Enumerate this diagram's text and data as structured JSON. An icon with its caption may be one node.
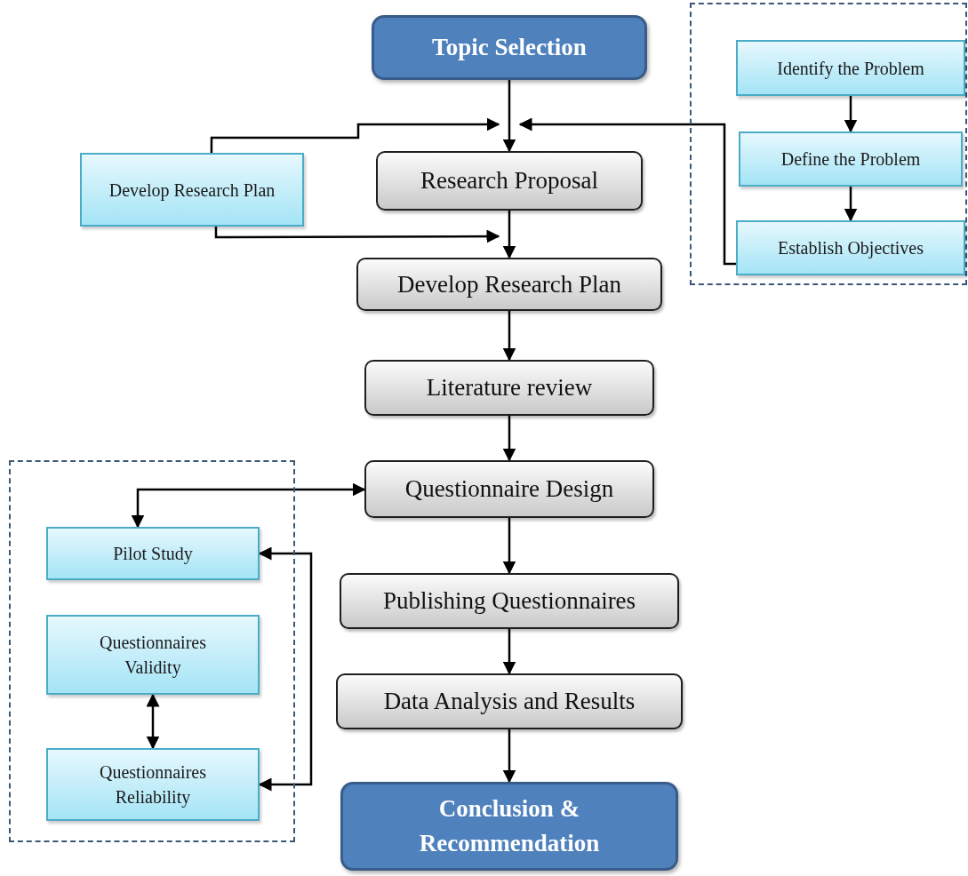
{
  "diagram": {
    "nodes": [
      {
        "text": [
          "Topic Selection"
        ]
      },
      {
        "text": [],
        "shape": "box"
      },
      {
        "text": [
          "Identify the Problem"
        ],
        "in": 1
      },
      {
        "text": [
          "Define the Problem"
        ],
        "in": 1
      },
      {
        "text": [
          "Establish Objectives"
        ],
        "in": 1
      },
      {
        "text": [
          "Develop Research Plan"
        ]
      },
      {
        "text": [
          "Research Proposal"
        ]
      },
      {
        "text": [
          "Develop Research Plan"
        ]
      },
      {
        "text": [
          "Literature review"
        ]
      },
      {
        "text": [],
        "shape": "box"
      },
      {
        "text": [
          "Pilot Study"
        ],
        "in": 9
      },
      {
        "text": [
          "Questionnaires Validity"
        ],
        "in": 9
      },
      {
        "text": [
          "Questionnaires Reliability"
        ],
        "in": 9
      },
      {
        "text": [
          "Questionnaire Design"
        ]
      },
      {
        "text": [
          "Publishing Questionnaires"
        ]
      },
      {
        "text": [
          "Data Analysis and Results"
        ]
      },
      {
        "text": [
          "Conclusion & Recommendation"
        ]
      }
    ],
    "edges": [
      {
        "from": 0,
        "to": 6,
        "arrow": "to"
      },
      {
        "from": 5,
        "to": 6,
        "arrow": "to"
      },
      {
        "from": 4,
        "to": 6,
        "arrow": "to"
      },
      {
        "from": 2,
        "to": 3,
        "arrow": "to"
      },
      {
        "from": 3,
        "to": 4,
        "arrow": "to"
      },
      {
        "from": 6,
        "to": 7,
        "arrow": "to"
      },
      {
        "from": 5,
        "to": 7,
        "arrow": "to"
      },
      {
        "from": 7,
        "to": 8,
        "arrow": "to"
      },
      {
        "from": 8,
        "to": 13,
        "arrow": "to"
      },
      {
        "from": 13,
        "to": 10,
        "arrow": "both"
      },
      {
        "from": 10,
        "to": 12,
        "arrow": "both"
      },
      {
        "from": 11,
        "to": 12,
        "arrow": "both"
      },
      {
        "from": 13,
        "to": 14,
        "arrow": "to"
      },
      {
        "from": 14,
        "to": 15,
        "arrow": "to"
      },
      {
        "from": 15,
        "to": 16,
        "arrow": "to"
      }
    ]
  }
}
